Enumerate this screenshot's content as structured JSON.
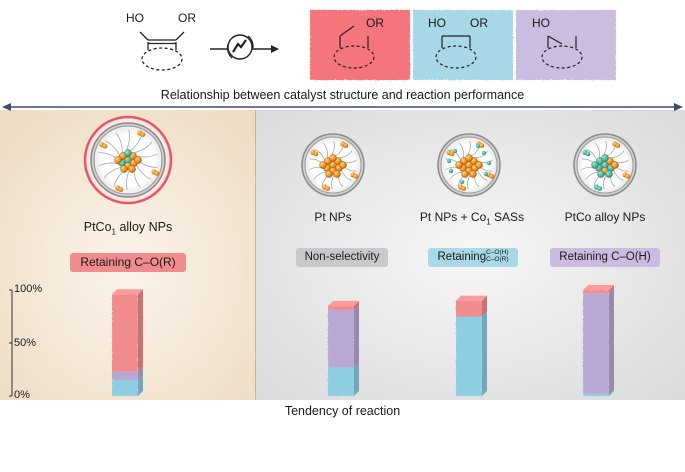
{
  "header": {
    "reactant": {
      "left_group": "HO",
      "right_group": "OR"
    },
    "products": [
      {
        "label": "OR",
        "color": "#f4777d"
      },
      {
        "labels": [
          "HO",
          "OR"
        ],
        "color": "#9fd3e4"
      },
      {
        "label": "HO",
        "color": "#c7b8dd"
      }
    ],
    "axis_title": "Relationship between catalyst structure and reaction performance"
  },
  "panels": [
    {
      "name": "PtCo",
      "subscript": "1",
      "name_suffix": " alloy NPs",
      "pill": "Retaining C–O(R)",
      "pill_color": "red",
      "shell": "alloy-ring"
    },
    {
      "name": "Pt NPs",
      "pill": "Non-selectivity",
      "pill_color": "gray",
      "shell": "plain"
    },
    {
      "name_parts": [
        "Pt NPs + Co",
        "1",
        " SASs"
      ],
      "pill_prefix": "Retaining",
      "pill_stack": [
        "C–O(H)",
        "C–O(R)"
      ],
      "pill_color": "blue",
      "shell": "sas"
    },
    {
      "name": "PtCo alloy NPs",
      "pill": "Retaining C–O(H)",
      "pill_color": "purple",
      "shell": "alloy-core"
    }
  ],
  "y_axis": {
    "ticks": [
      "100%",
      "50%",
      "0%"
    ]
  },
  "bottom_label": "Tendency of reaction",
  "colors": {
    "pink": "#f08c8e",
    "blue": "#8ecde2",
    "purple": "#b9a7d3",
    "panel_left": "#f6ead8",
    "panel_right": "#e6e6e6"
  },
  "chart_data": {
    "type": "bar",
    "categories": [
      "PtCo1 alloy NPs",
      "Pt NPs",
      "Pt NPs + Co1 SASs",
      "PtCo alloy NPs"
    ],
    "ylim": [
      0,
      100
    ],
    "series": [
      {
        "color": "#8ecde2",
        "values": [
          15,
          27,
          75,
          2
        ]
      },
      {
        "color": "#b9a7d3",
        "values": [
          8,
          54,
          0,
          95
        ]
      },
      {
        "color": "#f08c8e",
        "values": [
          73,
          4,
          15,
          3
        ]
      }
    ]
  }
}
